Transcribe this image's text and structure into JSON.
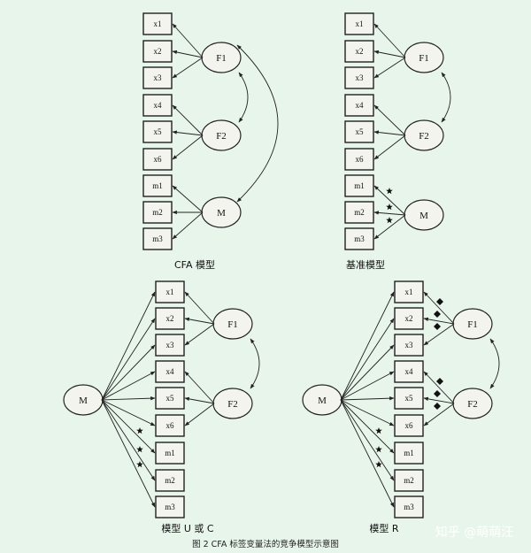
{
  "caption": "图 2  CFA 标签变量法的竞争模型示意图",
  "watermark": "知乎 @萌萌汪",
  "panels": [
    {
      "title": "CFA 模型",
      "indicators": [
        "x1",
        "x2",
        "x3",
        "x4",
        "x5",
        "x6",
        "m1",
        "m2",
        "m3"
      ],
      "factors": [
        "F1",
        "F2",
        "M"
      ]
    },
    {
      "title": "基准模型",
      "indicators": [
        "x1",
        "x2",
        "x3",
        "x4",
        "x5",
        "x6",
        "m1",
        "m2",
        "m3"
      ],
      "factors": [
        "F1",
        "F2",
        "M"
      ]
    },
    {
      "title": "模型 U 或 C",
      "indicators": [
        "x1",
        "x2",
        "x3",
        "x4",
        "x5",
        "x6",
        "m1",
        "m2",
        "m3"
      ],
      "factors": [
        "F1",
        "F2",
        "M"
      ]
    },
    {
      "title": "模型 R",
      "indicators": [
        "x1",
        "x2",
        "x3",
        "x4",
        "x5",
        "x6",
        "m1",
        "m2",
        "m3"
      ],
      "factors": [
        "F1",
        "F2",
        "M"
      ]
    }
  ]
}
